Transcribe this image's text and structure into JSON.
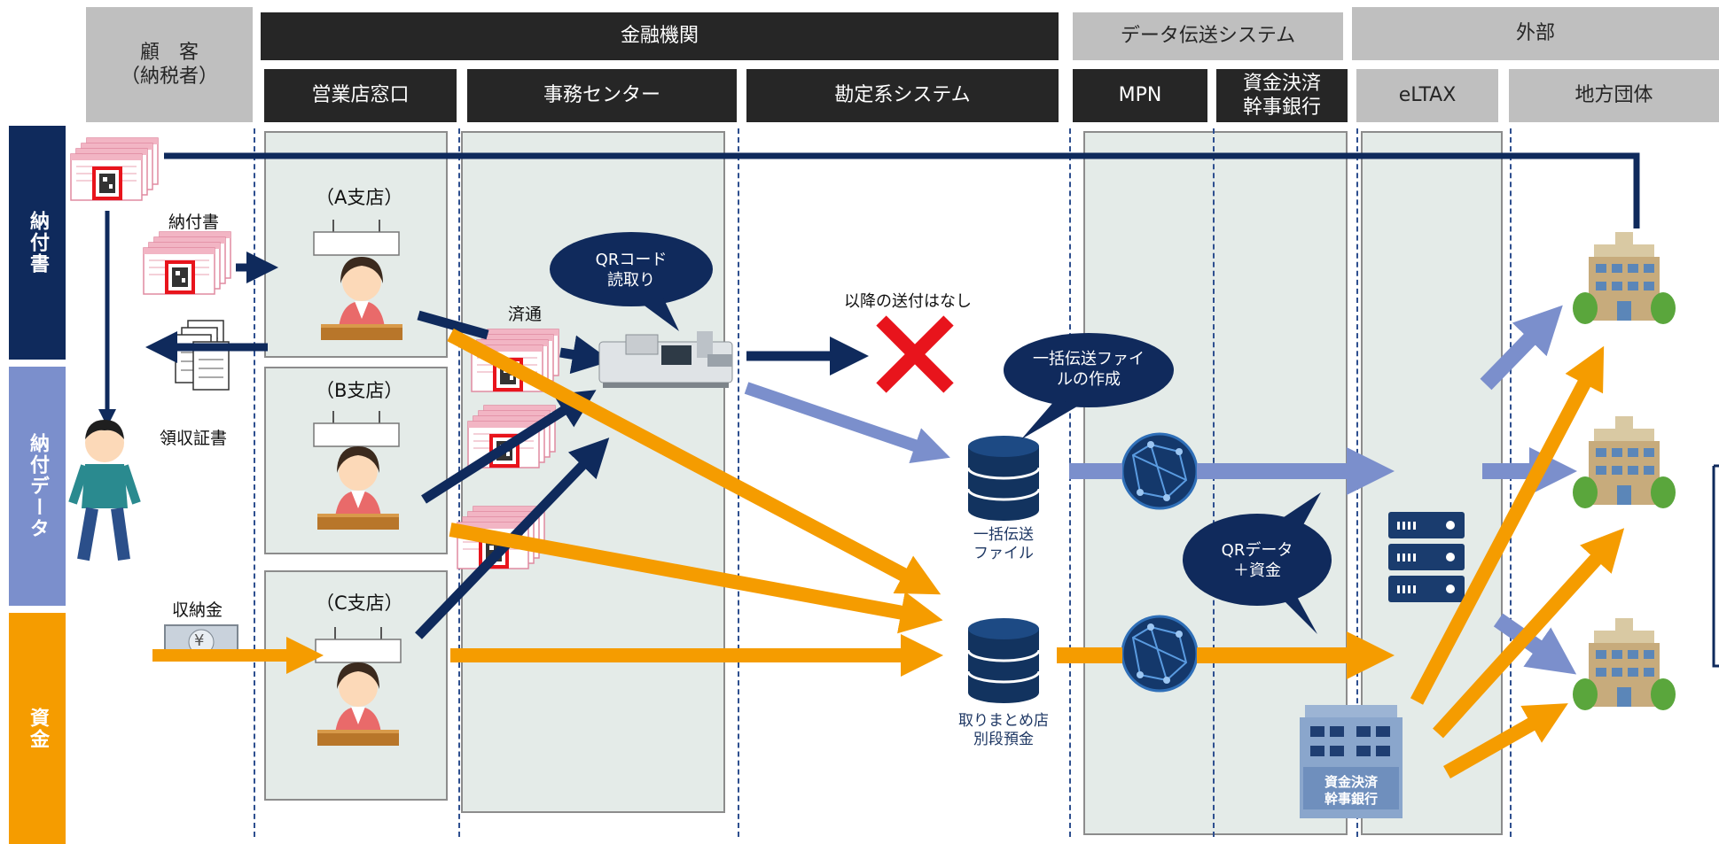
{
  "headers": {
    "customer": "顧　客\n（納税者）",
    "financial_institution": "金融機関",
    "branch_counter": "営業店窓口",
    "office_center": "事務センター",
    "accounting_system": "勘定系システム",
    "data_transmission": "データ伝送システム",
    "mpn": "MPN",
    "settlement_bank": "資金決済\n幹事銀行",
    "external": "外部",
    "eltax": "eLTAX",
    "local_government": "地方団体"
  },
  "bands": {
    "payment_slip": "納付書",
    "payment_data": "納付データ",
    "funds": "資金"
  },
  "branches": [
    "（A支店）",
    "（B支店）",
    "（C支店）"
  ],
  "labels": {
    "payment_slip": "納付書",
    "receipt": "領収証書",
    "collected_money": "収納金",
    "processed": "済通",
    "no_further_send": "以降の送付はなし",
    "bulk_file": "一括伝送\nファイル",
    "deposit": "取りまとめ店\n別段預金",
    "bank_building_sign": "資金決済\n幹事銀行",
    "yen_sign": "¥"
  },
  "bubbles": {
    "qr_read": "QRコード\n読取り",
    "bulk_create": "一括伝送ファイ\nルの作成",
    "qr_funds": "QRデータ\n＋資金"
  },
  "colors": {
    "navy": "#0f2a5c",
    "periwinkle": "#7b8fcc",
    "orange": "#f59c00",
    "red": "#e8141c",
    "dark_header": "#262626",
    "gray_header": "#bfbfbf",
    "lane_fill": "#e4ebe8"
  }
}
